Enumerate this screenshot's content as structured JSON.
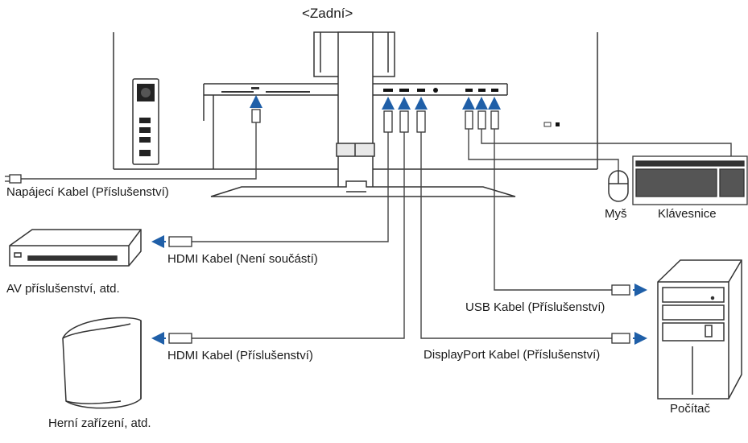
{
  "diagram": {
    "title": "<Zadní>",
    "labels": {
      "power_cable": "Napájecí Kabel (Příslušenství)",
      "hdmi_not_included": "HDMI Kabel (Není součástí)",
      "av_device": "AV příslušenství, atd.",
      "hdmi_included": "HDMI Kabel (Příslušenství)",
      "game_device": "Herní zařízení, atd.",
      "mouse": "Myš",
      "keyboard": "Klávesnice",
      "usb_cable": "USB Kabel (Příslušenství)",
      "displayport_cable": "DisplayPort Kabel (Příslušenství)",
      "computer": "Počítač"
    },
    "colors": {
      "line": "#333333",
      "arrow": "#1f5fa8",
      "cable": "#888888"
    }
  }
}
